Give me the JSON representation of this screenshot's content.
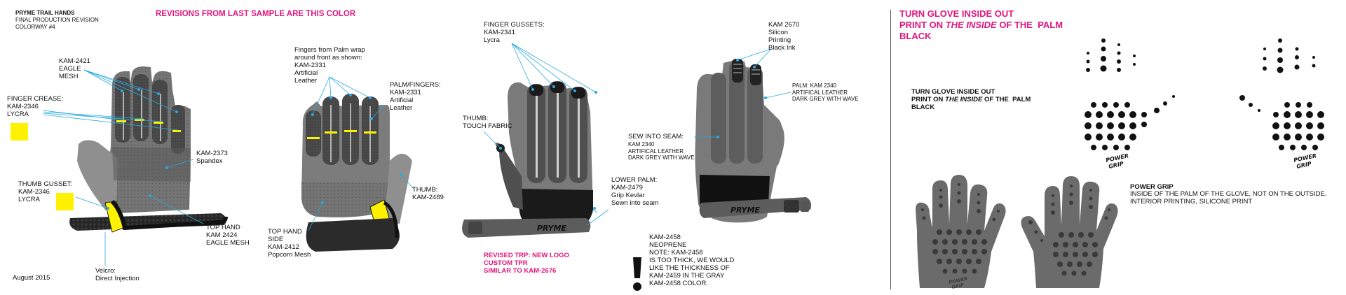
{
  "header": {
    "brand": "PRYME TRAIL HANDS",
    "revision": "FINAL PRODUCTION REVISION",
    "colorway": "COLORWAY #4",
    "revisions_note": "REVISIONS FROM LAST SAMPLE ARE THIS COLOR",
    "date": "August 2015"
  },
  "glove1": {
    "eagle_mesh": "KAM-2421\nEAGLE\nMESH",
    "finger_crease": "FINGER CREASE:\nKAM-2346\nLYCRA",
    "spandex": "KAM-2373\nSpandex",
    "thumb_gusset": "THUMB GUSSET:\nKAM-2346\nLYCRA",
    "top_hand": "TOP HAND\nKAM 2424\nEAGLE MESH",
    "velcro": "Velcro:\nDirect Injection"
  },
  "glove2": {
    "fingers_wrap": "Fingers from Palm wrap\naround front as shown:\nKAM-2331\nArtificial\nLeather",
    "palm_fingers": "PALM/FINGERS:\nKAM-2331\nArtificial\nLeather",
    "thumb": "THUMB:\nKAM-2489",
    "top_hand_side": "TOP HAND\nSIDE\nKAM-2412\nPopcorn Mesh"
  },
  "glove3": {
    "finger_gussets": "FINGER GUSSETS:\nKAM-2341\nLycra",
    "thumb_touch": "THUMB:\nTOUCH FABRIC",
    "sew_into_seam": "SEW INTO SEAM:",
    "sew_detail": "KAM 2340\nARTIFICAL LEATHER\nDARK GREY WITH WAVE",
    "lower_palm": "LOWER PALM:\nKAM-2479\nGrip Kevlar\nSewn into seam",
    "revised_trp": "REVISED TRP: NEW LOGO\nCUSTOM TPR\nSIMILAR TO KAM-2676",
    "neoprene": "KAM-2458\nNEOPRENE\nNOTE: KAM-2458\nIS TOO THICK, WE WOULD\nLIKE THE THICKNESS OF\nKAM-2459 IN THE GRAY\nKAM-2458 COLOR.",
    "strap_logo": "PRYME"
  },
  "glove4": {
    "silicon_printing": "KAM 2670\nSilicon\nPrinting\nBlack Ink",
    "palm_kam": "PALM: KAM 2340\nARTIFICAL LEATHER\nDARK GREY WITH WAVE",
    "strap_logo": "PRYME"
  },
  "right_panel": {
    "heading_line1": "TURN GLOVE INSIDE OUT",
    "heading_line2_pre": "PRINT ON ",
    "heading_line2_em": "THE INSIDE",
    "heading_line2_post": " OF THE  PALM",
    "heading_line3": "BLACK",
    "sub_line1": "TURN GLOVE INSIDE OUT",
    "sub_line2_pre": "PRINT ON ",
    "sub_line2_em": "THE INSIDE",
    "sub_line2_post": " OF THE  PALM",
    "sub_line3": "BLACK",
    "power_grip_title": "POWER GRIP",
    "power_grip_desc": "INSIDE OF THE PALM OF THE GLOVE, NOT ON THE OUTSIDE.\nINTERIOR PRINTING, SILICONE PRINT",
    "grip_logo_1": "POWER",
    "grip_logo_2": "GRIP"
  },
  "colors": {
    "revision_pink": "#e2157f",
    "leader_blue": "#2aa9e0",
    "swatch_yellow": "#fff200",
    "glove_dark": "#3b3b3b",
    "glove_mid": "#6e6e6e",
    "glove_light": "#9a9a9a",
    "black": "#111111"
  }
}
